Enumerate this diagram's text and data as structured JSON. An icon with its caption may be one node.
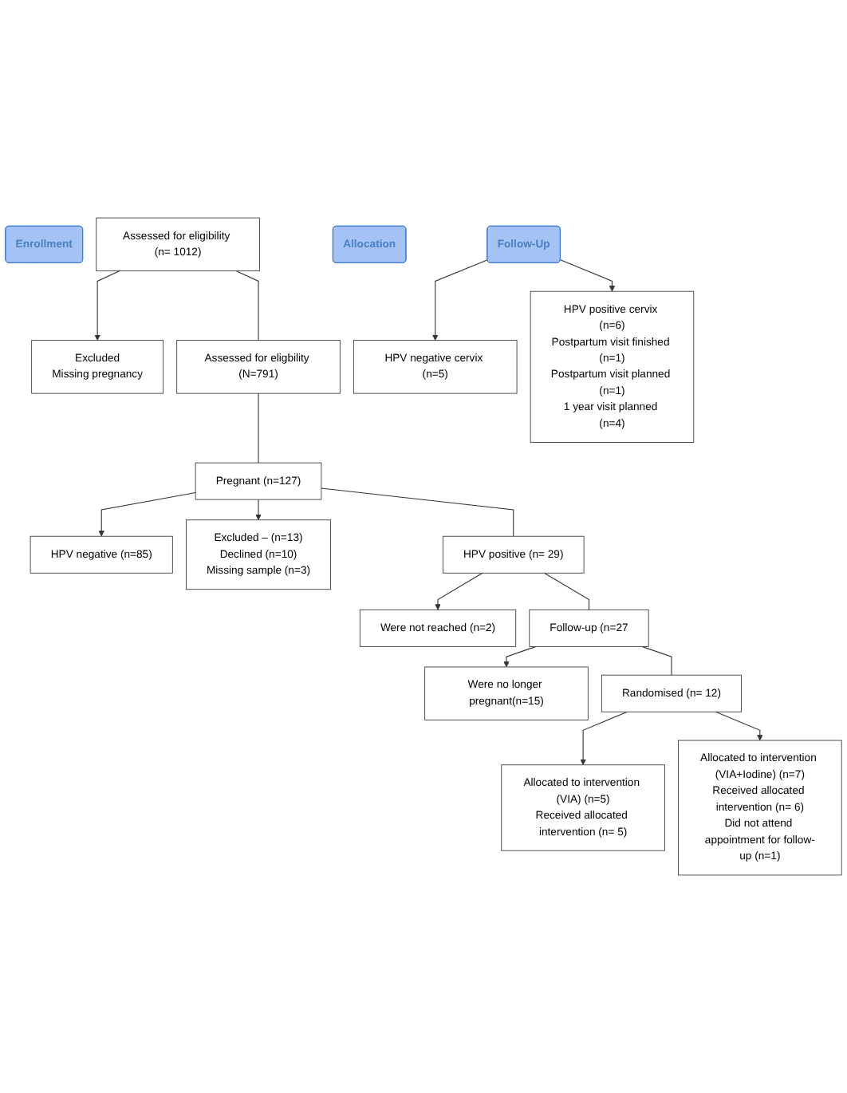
{
  "diagram": {
    "nodes": [
      {
        "text": [
          "Enrollment"
        ]
      },
      {
        "text": [
          "Assessed for eligibility (n= 1012)"
        ]
      },
      {
        "text": [
          "Excluded",
          "Missing pregnancy"
        ]
      },
      {
        "text": [
          "Assessed for eligbility (N=791)"
        ]
      },
      {
        "text": [
          "Pregnant (n=127)"
        ]
      },
      {
        "text": [
          "HPV negative (n=85)"
        ]
      },
      {
        "text": [
          "Excluded – (n=13)",
          "Declined (n=10)",
          "Missing sample (n=3)"
        ]
      },
      {
        "text": [
          "HPV positive (n= 29)"
        ]
      },
      {
        "text": [
          "Were not reached (n=2)"
        ]
      },
      {
        "text": [
          "Follow-up (n=27"
        ]
      },
      {
        "text": [
          "Were no longer pregnant(n=15)"
        ]
      },
      {
        "text": [
          "Randomised (n= 12)"
        ]
      },
      {
        "text": [
          "Allocation"
        ]
      },
      {
        "text": [
          "Allocated to intervention (VIA) (n=5)",
          "Received allocated intervention (n= 5)"
        ]
      },
      {
        "text": [
          "Allocated to intervention (VIA+Iodine) (n=7)",
          "Received allocated intervention (n= 6)",
          "Did not attend appointment for follow-up (n=1)"
        ]
      },
      {
        "text": [
          "Follow-Up"
        ]
      },
      {
        "text": [
          "HPV negative cervix (n=5)"
        ]
      },
      {
        "text": [
          "HPV positive cervix (n=6)",
          "Postpartum visit finished (n=1)",
          "Postpartum visit planned (n=1)",
          "1 year visit planned (n=4)"
        ]
      }
    ],
    "edges": [
      {
        "from": 1,
        "to": 2,
        "arrow": "to"
      },
      {
        "from": 1,
        "to": 3,
        "arrow": "none"
      },
      {
        "from": 3,
        "to": 4,
        "arrow": "none"
      },
      {
        "from": 4,
        "to": 5,
        "arrow": "to"
      },
      {
        "from": 4,
        "to": 6,
        "arrow": "to"
      },
      {
        "from": 4,
        "to": 7,
        "arrow": "none"
      },
      {
        "from": 7,
        "to": 8,
        "arrow": "to"
      },
      {
        "from": 7,
        "to": 9,
        "arrow": "none"
      },
      {
        "from": 9,
        "to": 10,
        "arrow": "to"
      },
      {
        "from": 9,
        "to": 11,
        "arrow": "none"
      },
      {
        "from": 11,
        "to": 13,
        "arrow": "to"
      },
      {
        "from": 11,
        "to": 14,
        "arrow": "to"
      },
      {
        "from": 15,
        "to": 16,
        "arrow": "to"
      },
      {
        "from": 15,
        "to": 17,
        "arrow": "to"
      }
    ]
  }
}
